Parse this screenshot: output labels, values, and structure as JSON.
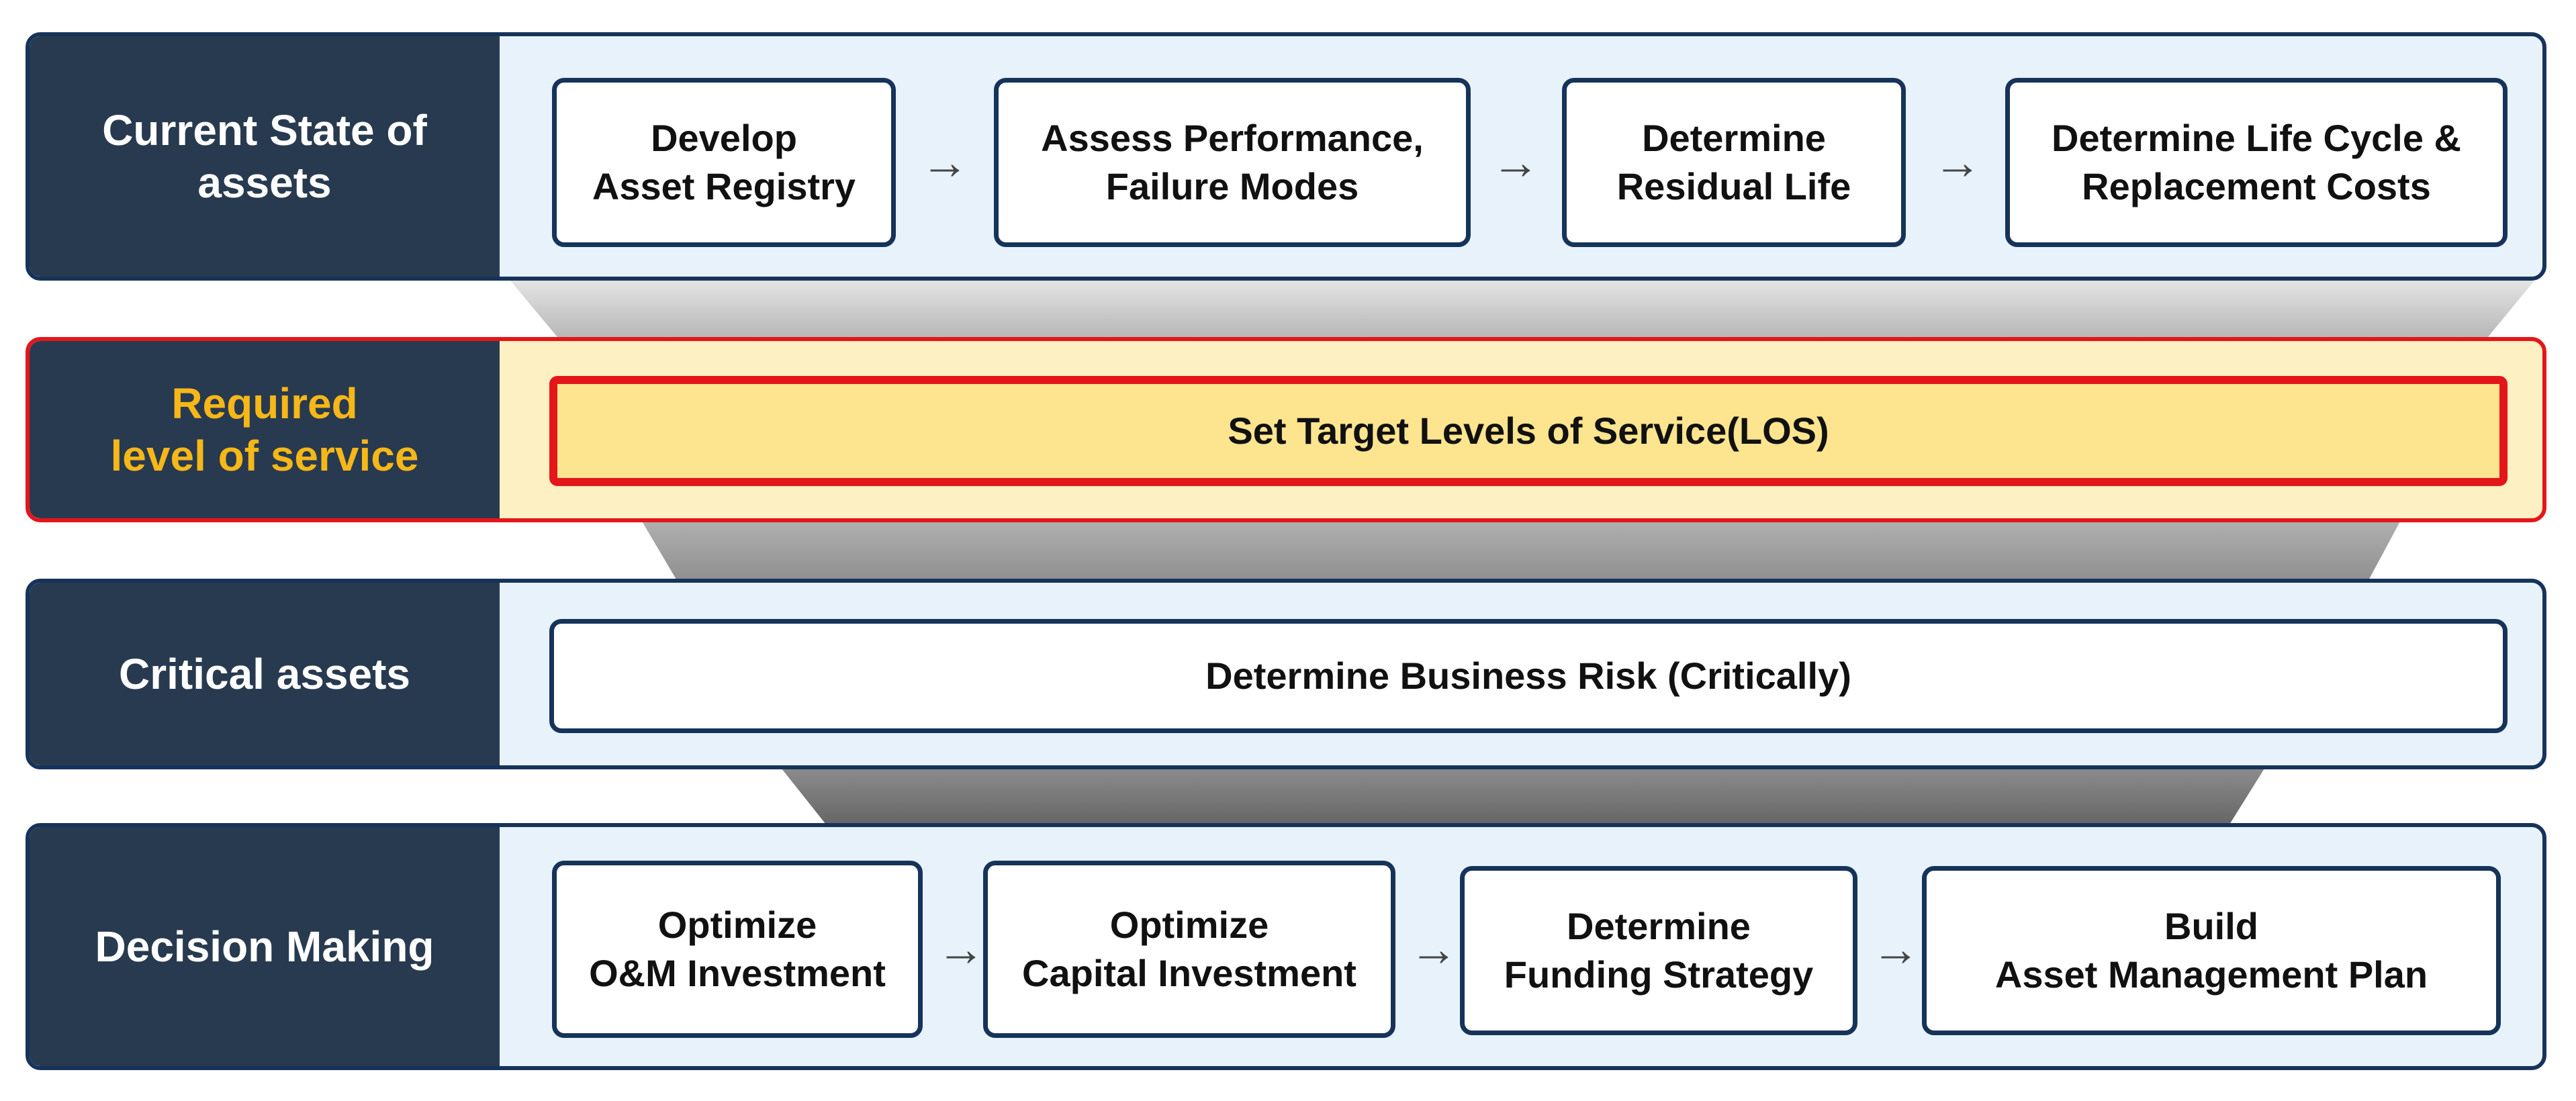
{
  "rows": [
    {
      "label": "Current State of\nassets",
      "steps": [
        "Develop\nAsset Registry",
        "Assess Performance,\nFailure Modes",
        "Determine\nResidual Life",
        "Determine Life Cycle &\nReplacement Costs"
      ]
    },
    {
      "label": "Required\nlevel of service",
      "steps": [
        "Set Target Levels of Service(LOS)"
      ]
    },
    {
      "label": "Critical assets",
      "steps": [
        "Determine Business Risk (Critically)"
      ]
    },
    {
      "label": "Decision Making",
      "steps": [
        "Optimize\nO&M Investment",
        "Optimize\nCapital Investment",
        "Determine\nFunding Strategy",
        "Build\nAsset Management Plan"
      ]
    }
  ],
  "arrow_glyph": "→",
  "colors": {
    "dark_navy": "#283a4f",
    "border_navy": "#16335a",
    "row_bg": "#e8f2fb",
    "highlight_red": "#e4161a",
    "highlight_fill": "#fde48f",
    "highlight_row_bg": "#fdf0c2",
    "gold_text": "#f6b718"
  }
}
